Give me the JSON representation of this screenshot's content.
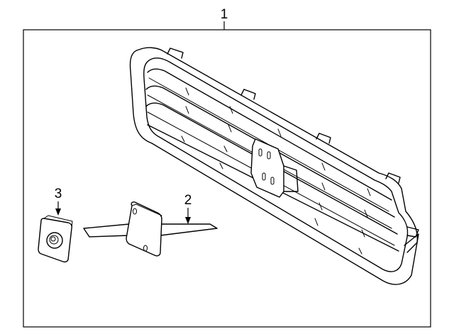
{
  "diagram": {
    "callouts": {
      "grille_assembly": "1",
      "bracket": "2",
      "clip": "3"
    }
  }
}
